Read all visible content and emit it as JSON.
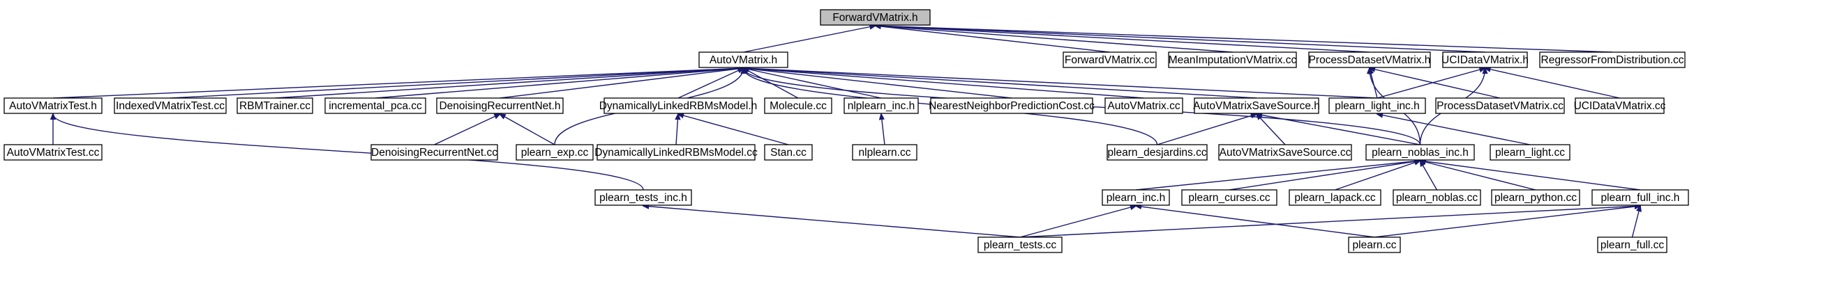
{
  "graph": {
    "nodes": [
      {
        "id": "forward_h",
        "label": "ForwardVMatrix.h",
        "root": true
      },
      {
        "id": "auto_h",
        "label": "AutoVMatrix.h"
      },
      {
        "id": "forward_cc",
        "label": "ForwardVMatrix.cc"
      },
      {
        "id": "meanimp_cc",
        "label": "MeanImputationVMatrix.cc"
      },
      {
        "id": "procds_h",
        "label": "ProcessDatasetVMatrix.h"
      },
      {
        "id": "uci_h",
        "label": "UCIDataVMatrix.h"
      },
      {
        "id": "regressor_cc",
        "label": "RegressorFromDistribution.cc"
      },
      {
        "id": "autotest_h",
        "label": "AutoVMatrixTest.h"
      },
      {
        "id": "indexed_cc",
        "label": "IndexedVMatrixTest.cc"
      },
      {
        "id": "rbm_cc",
        "label": "RBMTrainer.cc"
      },
      {
        "id": "incpca_cc",
        "label": "incremental_pca.cc"
      },
      {
        "id": "denoise_h",
        "label": "DenoisingRecurrentNet.h"
      },
      {
        "id": "dynrbm_h",
        "label": "DynamicallyLinkedRBMsModel.h"
      },
      {
        "id": "molecule_cc",
        "label": "Molecule.cc"
      },
      {
        "id": "nlplearn_h",
        "label": "nlplearn_inc.h"
      },
      {
        "id": "nnpc_cc",
        "label": "NearestNeighborPredictionCost.cc"
      },
      {
        "id": "auto_cc",
        "label": "AutoVMatrix.cc"
      },
      {
        "id": "autosave_h",
        "label": "AutoVMatrixSaveSource.h"
      },
      {
        "id": "plight_h",
        "label": "plearn_light_inc.h"
      },
      {
        "id": "procds_cc",
        "label": "ProcessDatasetVMatrix.cc"
      },
      {
        "id": "uci_cc",
        "label": "UCIDataVMatrix.cc"
      },
      {
        "id": "autotest_cc",
        "label": "AutoVMatrixTest.cc"
      },
      {
        "id": "denoise_cc",
        "label": "DenoisingRecurrentNet.cc"
      },
      {
        "id": "pexp_cc",
        "label": "plearn_exp.cc"
      },
      {
        "id": "dynrbm_cc",
        "label": "DynamicallyLinkedRBMsModel.cc"
      },
      {
        "id": "stan_cc",
        "label": "Stan.cc"
      },
      {
        "id": "nlplearn_cc",
        "label": "nlplearn.cc"
      },
      {
        "id": "pdesj_cc",
        "label": "plearn_desjardins.cc"
      },
      {
        "id": "autosave_cc",
        "label": "AutoVMatrixSaveSource.cc"
      },
      {
        "id": "pnoblas_h",
        "label": "plearn_noblas_inc.h"
      },
      {
        "id": "plight_cc",
        "label": "plearn_light.cc"
      },
      {
        "id": "ptests_h",
        "label": "plearn_tests_inc.h"
      },
      {
        "id": "pinc_h",
        "label": "plearn_inc.h"
      },
      {
        "id": "pcurses_cc",
        "label": "plearn_curses.cc"
      },
      {
        "id": "plapack_cc",
        "label": "plearn_lapack.cc"
      },
      {
        "id": "pnoblas_cc",
        "label": "plearn_noblas.cc"
      },
      {
        "id": "ppython_cc",
        "label": "plearn_python.cc"
      },
      {
        "id": "pfull_h",
        "label": "plearn_full_inc.h"
      },
      {
        "id": "ptests_cc",
        "label": "plearn_tests.cc"
      },
      {
        "id": "plearn_cc",
        "label": "plearn.cc"
      },
      {
        "id": "pfull_cc",
        "label": "plearn_full.cc"
      }
    ],
    "edges": [
      [
        "auto_h",
        "forward_h"
      ],
      [
        "forward_cc",
        "forward_h"
      ],
      [
        "meanimp_cc",
        "forward_h"
      ],
      [
        "procds_h",
        "forward_h"
      ],
      [
        "uci_h",
        "forward_h"
      ],
      [
        "regressor_cc",
        "forward_h"
      ],
      [
        "autotest_h",
        "auto_h"
      ],
      [
        "indexed_cc",
        "auto_h"
      ],
      [
        "rbm_cc",
        "auto_h"
      ],
      [
        "incpca_cc",
        "auto_h"
      ],
      [
        "denoise_h",
        "auto_h"
      ],
      [
        "pexp_cc",
        "auto_h"
      ],
      [
        "dynrbm_h",
        "auto_h"
      ],
      [
        "molecule_cc",
        "auto_h"
      ],
      [
        "nlplearn_h",
        "auto_h"
      ],
      [
        "nnpc_cc",
        "auto_h"
      ],
      [
        "auto_cc",
        "auto_h"
      ],
      [
        "pdesj_cc",
        "auto_h"
      ],
      [
        "autosave_h",
        "auto_h"
      ],
      [
        "pnoblas_h",
        "auto_h"
      ],
      [
        "plight_h",
        "auto_h"
      ],
      [
        "autotest_cc",
        "autotest_h"
      ],
      [
        "ptests_h",
        "autotest_h"
      ],
      [
        "denoise_cc",
        "denoise_h"
      ],
      [
        "pexp_cc",
        "denoise_h"
      ],
      [
        "dynrbm_cc",
        "dynrbm_h"
      ],
      [
        "stan_cc",
        "dynrbm_h"
      ],
      [
        "nlplearn_cc",
        "nlplearn_h"
      ],
      [
        "pdesj_cc",
        "autosave_h"
      ],
      [
        "autosave_cc",
        "autosave_h"
      ],
      [
        "pnoblas_h",
        "autosave_h"
      ],
      [
        "plight_h",
        "procds_h"
      ],
      [
        "procds_cc",
        "procds_h"
      ],
      [
        "pnoblas_h",
        "procds_h"
      ],
      [
        "plight_h",
        "uci_h"
      ],
      [
        "uci_cc",
        "uci_h"
      ],
      [
        "pnoblas_h",
        "uci_h"
      ],
      [
        "plight_cc",
        "plight_h"
      ],
      [
        "pinc_h",
        "pnoblas_h"
      ],
      [
        "pcurses_cc",
        "pnoblas_h"
      ],
      [
        "plapack_cc",
        "pnoblas_h"
      ],
      [
        "pnoblas_cc",
        "pnoblas_h"
      ],
      [
        "ppython_cc",
        "pnoblas_h"
      ],
      [
        "pfull_h",
        "pnoblas_h"
      ],
      [
        "ptests_cc",
        "ptests_h"
      ],
      [
        "ptests_cc",
        "pinc_h"
      ],
      [
        "plearn_cc",
        "pinc_h"
      ],
      [
        "ptests_cc",
        "pfull_h"
      ],
      [
        "plearn_cc",
        "pfull_h"
      ],
      [
        "pfull_cc",
        "pfull_h"
      ]
    ]
  }
}
